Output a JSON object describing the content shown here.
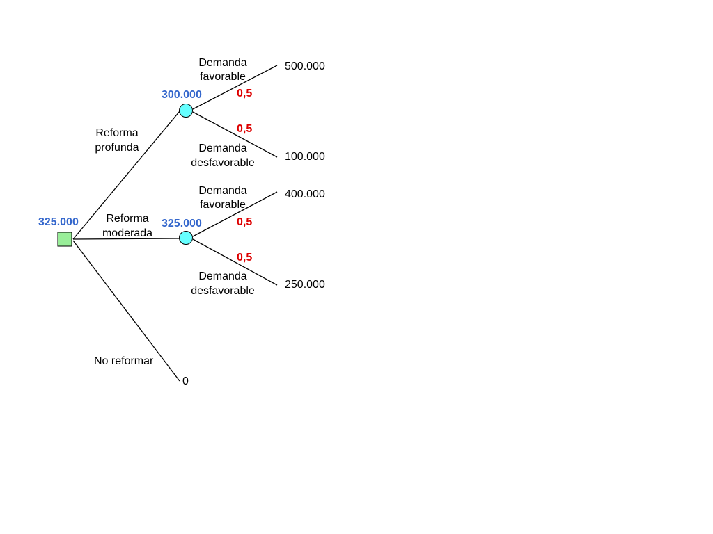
{
  "colors": {
    "expected_value": "#3366cc",
    "probability": "#dd0000",
    "decision_node": "#99ee99",
    "chance_node": "#66ffff"
  },
  "root": {
    "value": "325.000"
  },
  "branches": {
    "profunda": {
      "label_line1": "Reforma",
      "label_line2": "profunda",
      "node_value": "300.000",
      "fav": {
        "label_line1": "Demanda",
        "label_line2": "favorable",
        "prob": "0,5",
        "payoff": "500.000"
      },
      "desfav": {
        "label_line1": "Demanda",
        "label_line2": "desfavorable",
        "prob": "0,5",
        "payoff": "100.000"
      }
    },
    "moderada": {
      "label_line1": "Reforma",
      "label_line2": "moderada",
      "node_value": "325.000",
      "fav": {
        "label_line1": "Demanda",
        "label_line2": "favorable",
        "prob": "0,5",
        "payoff": "400.000"
      },
      "desfav": {
        "label_line1": "Demanda",
        "label_line2": "desfavorable",
        "prob": "0,5",
        "payoff": "250.000"
      }
    },
    "no_reformar": {
      "label": "No reformar",
      "payoff": "0"
    }
  }
}
